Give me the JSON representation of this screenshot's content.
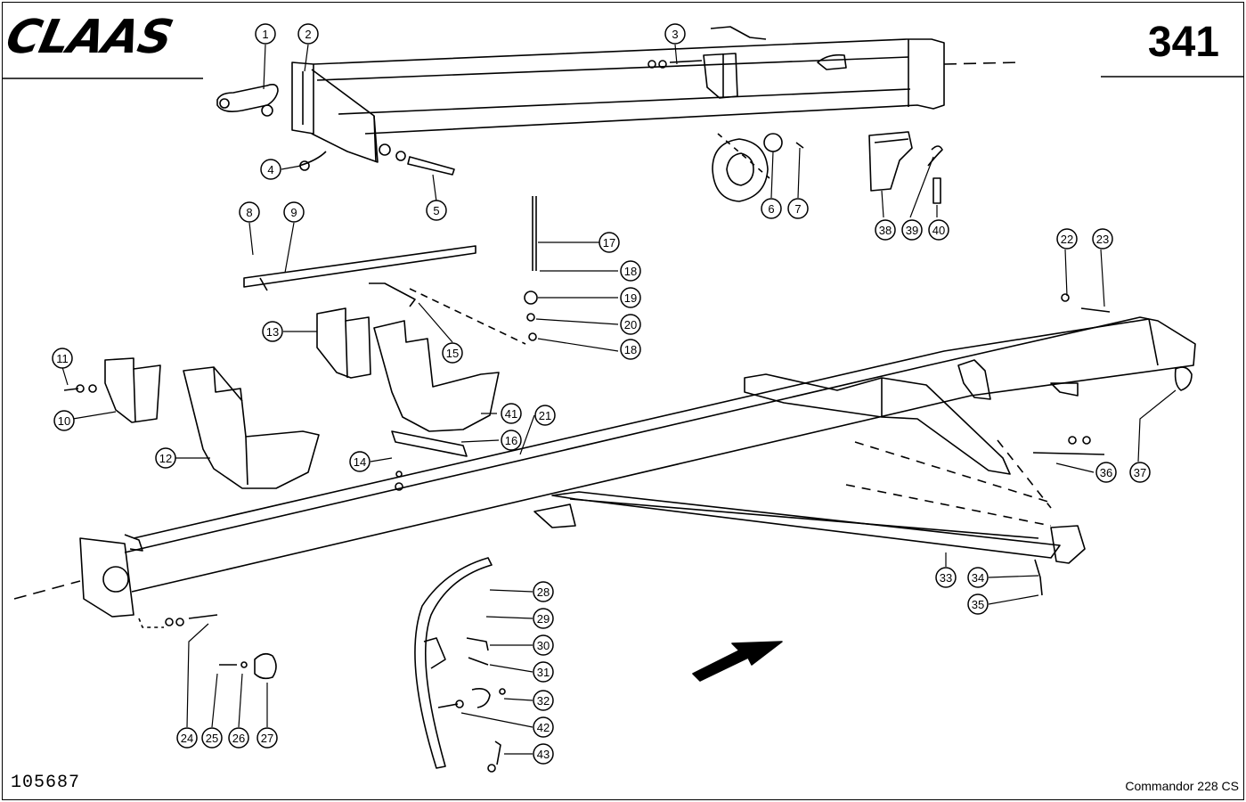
{
  "header": {
    "brand": "CLAAS",
    "page_number": "341"
  },
  "footer": {
    "drawing_number": "105687",
    "model": "Commandor 228 CS"
  },
  "callouts": [
    "1",
    "2",
    "3",
    "4",
    "5",
    "6",
    "7",
    "8",
    "9",
    "10",
    "11",
    "12",
    "13",
    "14",
    "15",
    "16",
    "17",
    "18",
    "18",
    "19",
    "20",
    "21",
    "22",
    "23",
    "24",
    "25",
    "26",
    "27",
    "28",
    "29",
    "30",
    "31",
    "32",
    "33",
    "34",
    "35",
    "36",
    "37",
    "38",
    "39",
    "40",
    "41",
    "42",
    "43"
  ]
}
